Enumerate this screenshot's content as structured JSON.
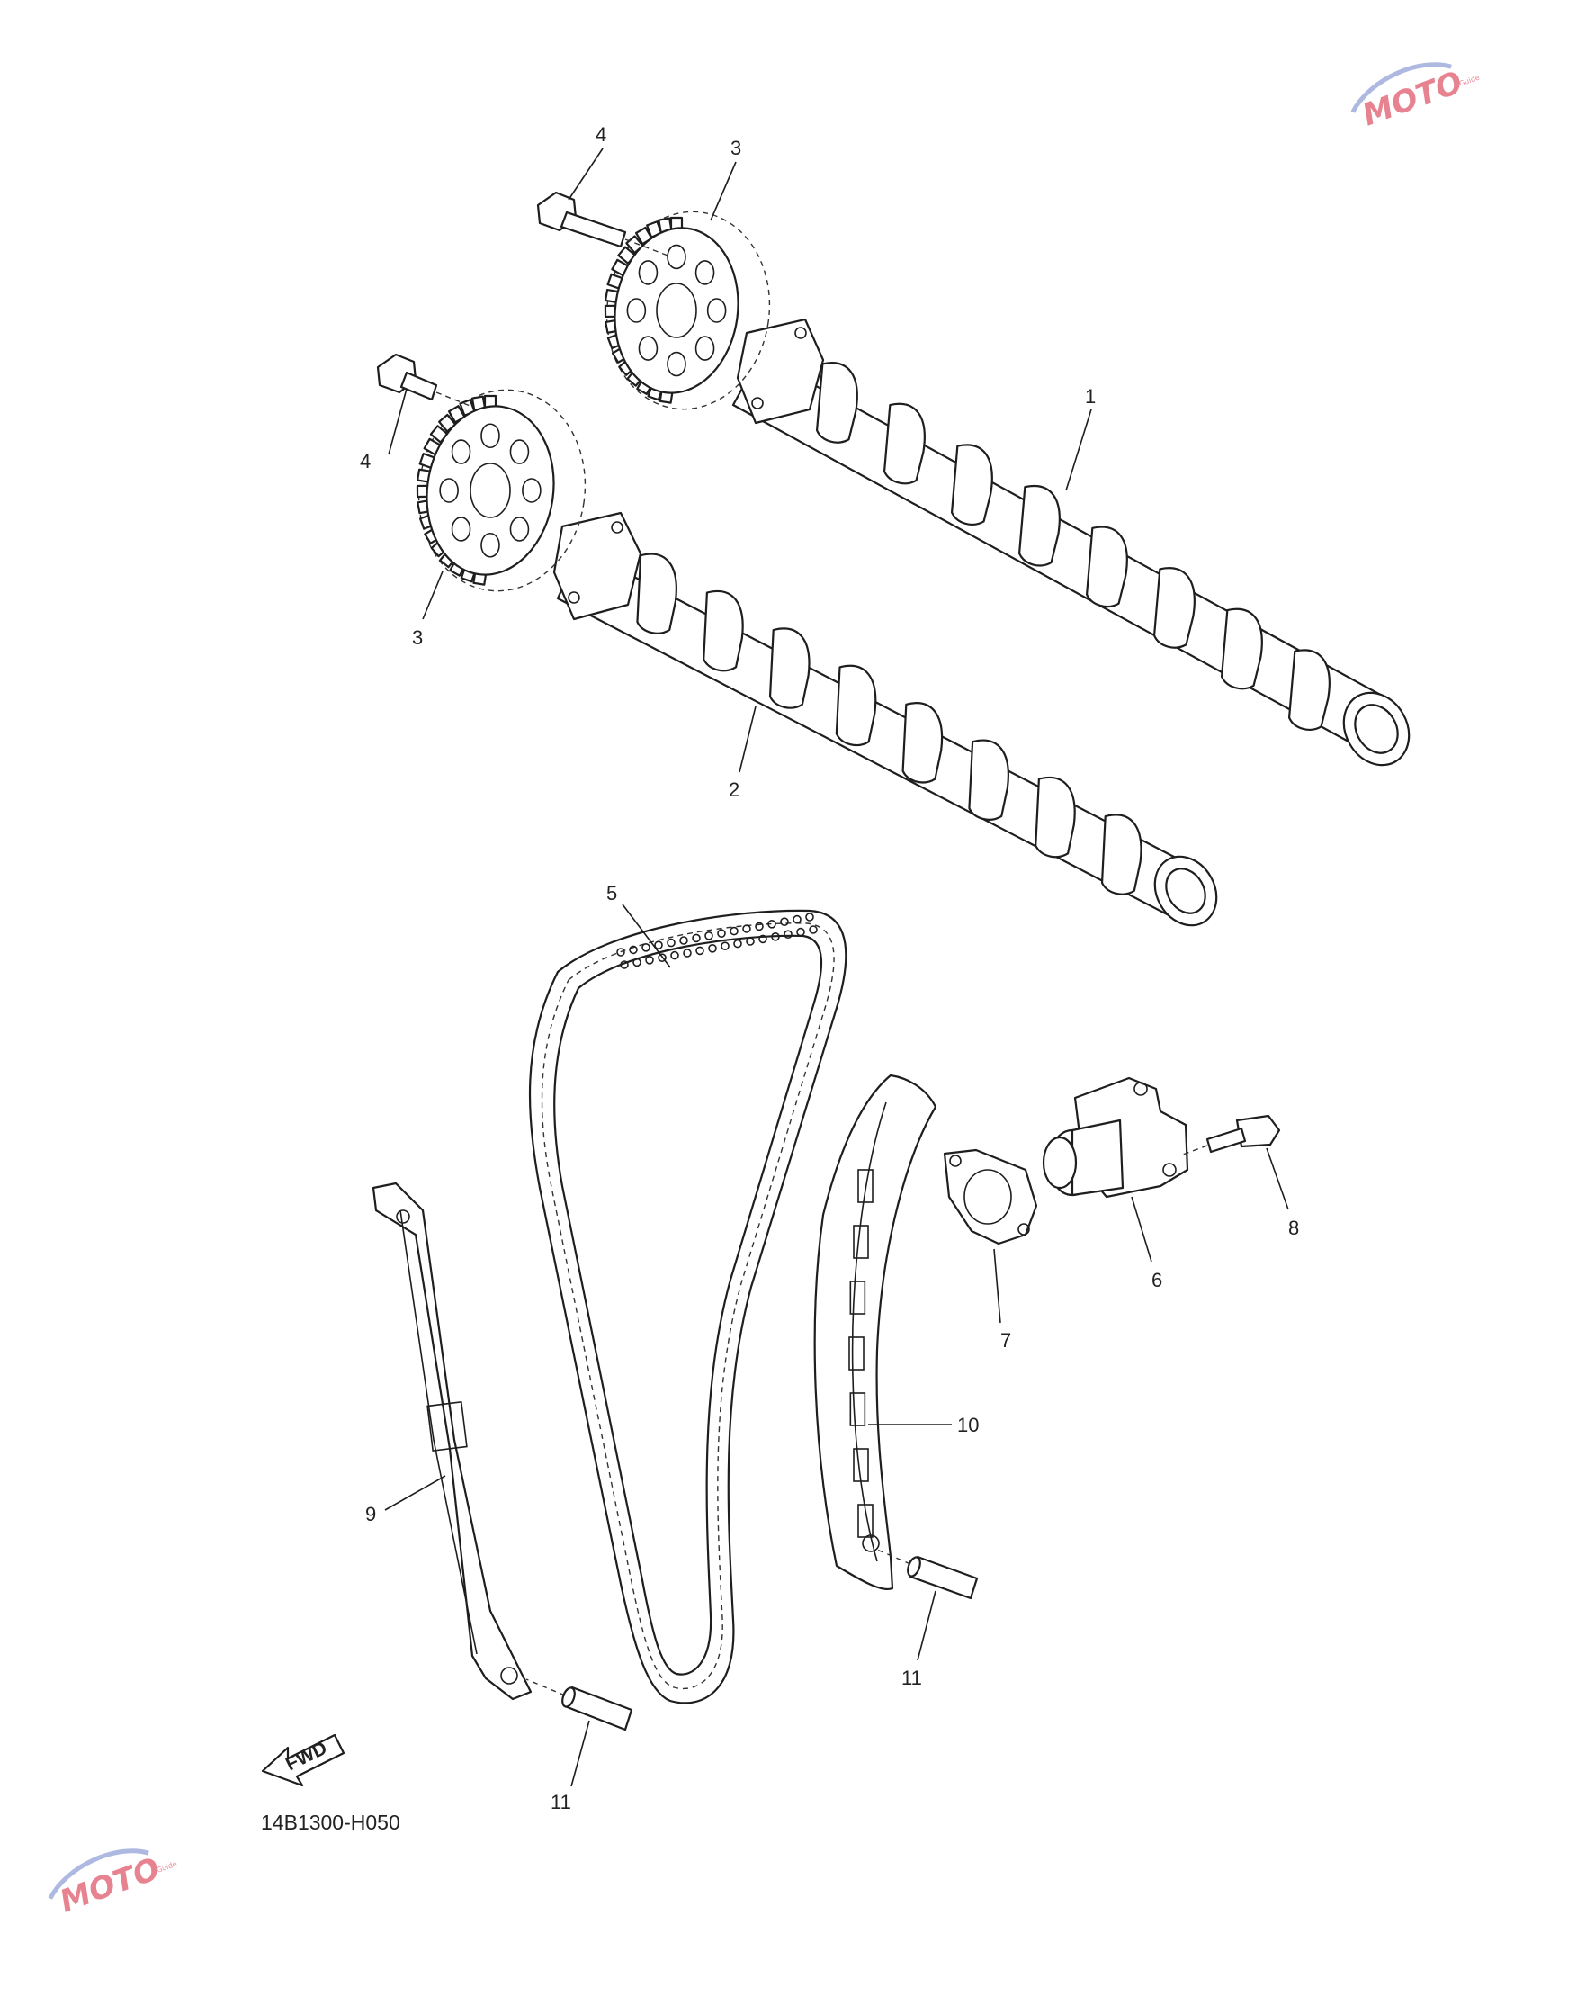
{
  "diagram_code": "14B1300-H050",
  "fwd_label": "FWD",
  "watermark": {
    "brand": "MOTO",
    "sub": "Guide",
    "color": "#e05a6c"
  },
  "parts": [
    {
      "id": "p1",
      "label": "1",
      "name": "camshaft"
    },
    {
      "id": "p2",
      "label": "2",
      "name": "camshaft"
    },
    {
      "id": "p3a",
      "label": "3",
      "name": "cam-sprocket"
    },
    {
      "id": "p3b",
      "label": "3",
      "name": "cam-sprocket"
    },
    {
      "id": "p4a",
      "label": "4",
      "name": "sprocket-bolt"
    },
    {
      "id": "p4b",
      "label": "4",
      "name": "sprocket-bolt"
    },
    {
      "id": "p5",
      "label": "5",
      "name": "cam-chain"
    },
    {
      "id": "p6",
      "label": "6",
      "name": "chain-tensioner"
    },
    {
      "id": "p7",
      "label": "7",
      "name": "tensioner-gasket"
    },
    {
      "id": "p8",
      "label": "8",
      "name": "tensioner-bolt"
    },
    {
      "id": "p9",
      "label": "9",
      "name": "chain-guide-exhaust"
    },
    {
      "id": "p10",
      "label": "10",
      "name": "chain-guide-intake"
    },
    {
      "id": "p11a",
      "label": "11",
      "name": "guide-pin"
    },
    {
      "id": "p11b",
      "label": "11",
      "name": "guide-pin"
    }
  ]
}
